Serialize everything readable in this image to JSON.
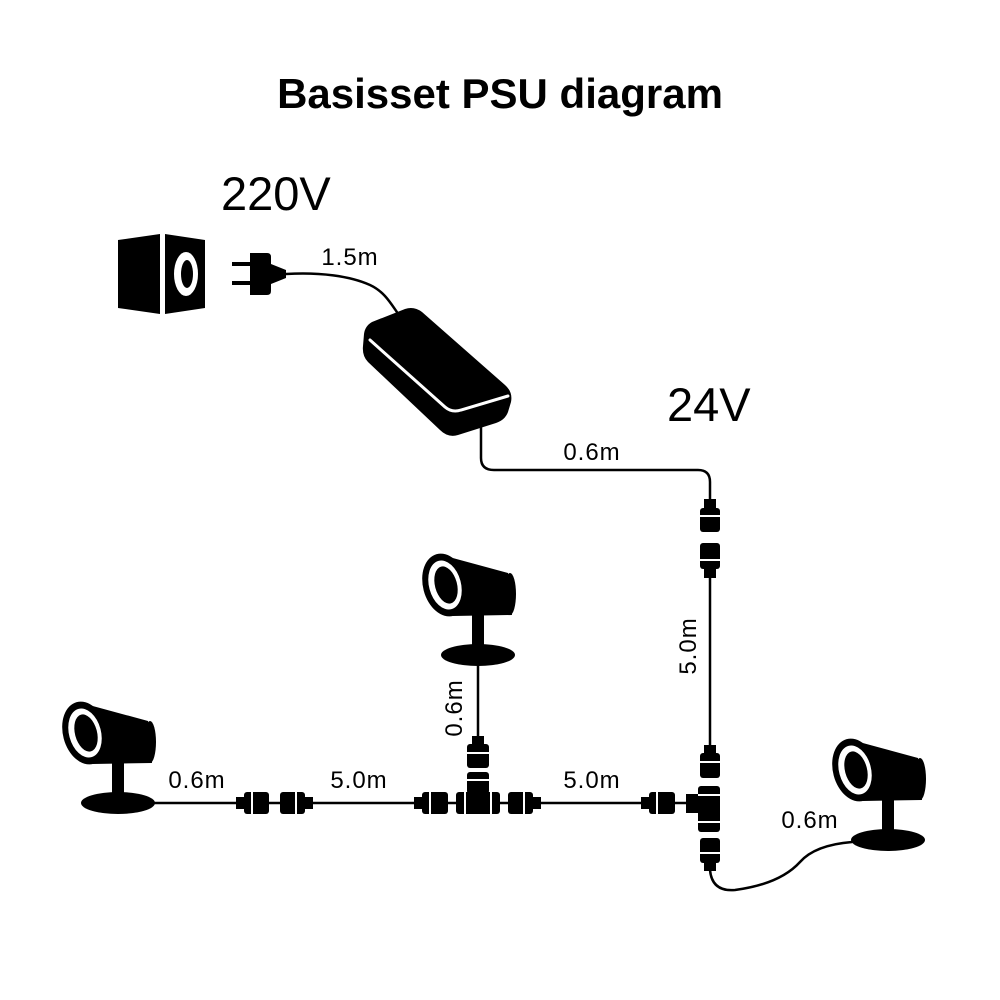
{
  "title": "Basisset PSU diagram",
  "labels": {
    "mains_voltage": "220V",
    "low_voltage": "24V",
    "plug_cable": "1.5m",
    "psu_cable": "0.6m",
    "vertical_cable": "5.0m",
    "middle_spot_cable": "0.6m",
    "left_spot_cable": "0.6m",
    "left_extension": "5.0m",
    "right_extension": "5.0m",
    "right_spot_cable": "0.6m"
  },
  "colors": {
    "ink": "#000000",
    "background": "#ffffff"
  },
  "icons": [
    "wall-socket-icon",
    "plug-icon",
    "psu-icon",
    "spotlight-icon",
    "connector-icon",
    "t-splitter-icon"
  ]
}
